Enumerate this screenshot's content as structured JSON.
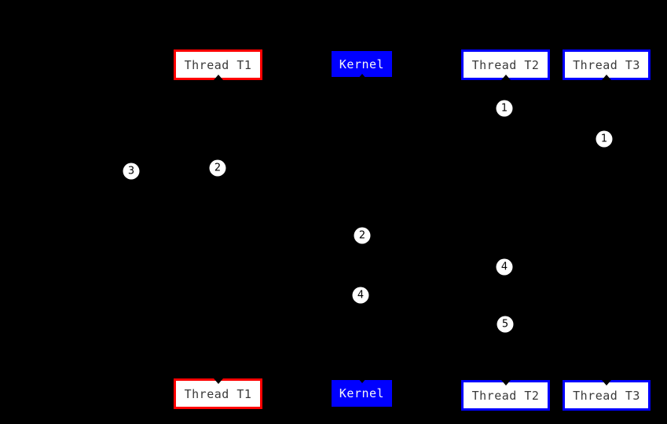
{
  "colors": {
    "background": "#000000",
    "red": "#ff0000",
    "blue": "#0000ff",
    "box_fill": "#ffffff",
    "label_text": "#3a3a3a",
    "kernel_label_text": "#f8f8f8",
    "marker_fill": "#ffffff",
    "marker_text": "#000000"
  },
  "boxes": [
    {
      "label": "Thread T1",
      "variant": "red-outline",
      "row": "top"
    },
    {
      "label": "Kernel",
      "variant": "blue-solid",
      "row": "top"
    },
    {
      "label": "Thread T2",
      "variant": "blue-outline",
      "row": "top"
    },
    {
      "label": "Thread T3",
      "variant": "blue-outline",
      "row": "top"
    },
    {
      "label": "Thread T1",
      "variant": "red-outline",
      "row": "bottom"
    },
    {
      "label": "Kernel",
      "variant": "blue-solid",
      "row": "bottom"
    },
    {
      "label": "Thread T2",
      "variant": "blue-outline",
      "row": "bottom"
    },
    {
      "label": "Thread T3",
      "variant": "blue-outline",
      "row": "bottom"
    }
  ],
  "markers": [
    {
      "label": "1",
      "near": "thread-t2-lifeline"
    },
    {
      "label": "1",
      "near": "thread-t3-lifeline"
    },
    {
      "label": "2",
      "near": "thread-t1-lifeline"
    },
    {
      "label": "3",
      "near": "left-of-thread-t1"
    },
    {
      "label": "2",
      "near": "kernel-lifeline"
    },
    {
      "label": "4",
      "near": "thread-t2-lifeline"
    },
    {
      "label": "4",
      "near": "kernel-lifeline"
    },
    {
      "label": "5",
      "near": "thread-t2-lifeline"
    }
  ]
}
